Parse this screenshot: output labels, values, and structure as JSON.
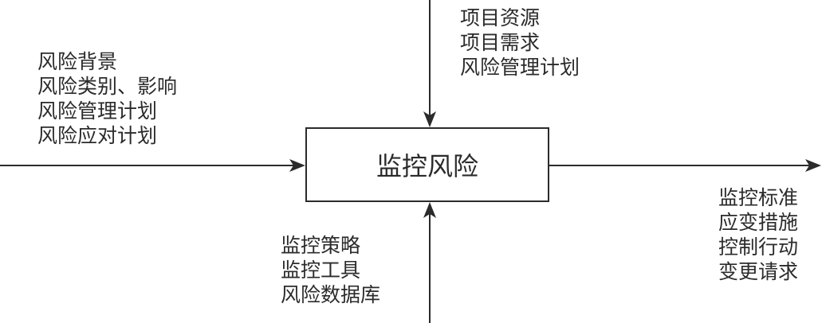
{
  "process": {
    "title": "监控风险"
  },
  "inputs": {
    "items": [
      "风险背景",
      "风险类别、影响",
      "风险管理计划",
      "风险应对计划"
    ]
  },
  "controls": {
    "items": [
      "项目资源",
      "项目需求",
      "风险管理计划"
    ]
  },
  "mechanisms": {
    "items": [
      "监控策略",
      "监控工具",
      "风险数据库"
    ]
  },
  "outputs": {
    "items": [
      "监控标准",
      "应变措施",
      "控制行动",
      "变更请求"
    ]
  },
  "colors": {
    "line": "#2b2b2b",
    "text": "#2b2b2b",
    "background": "#ffffff"
  }
}
